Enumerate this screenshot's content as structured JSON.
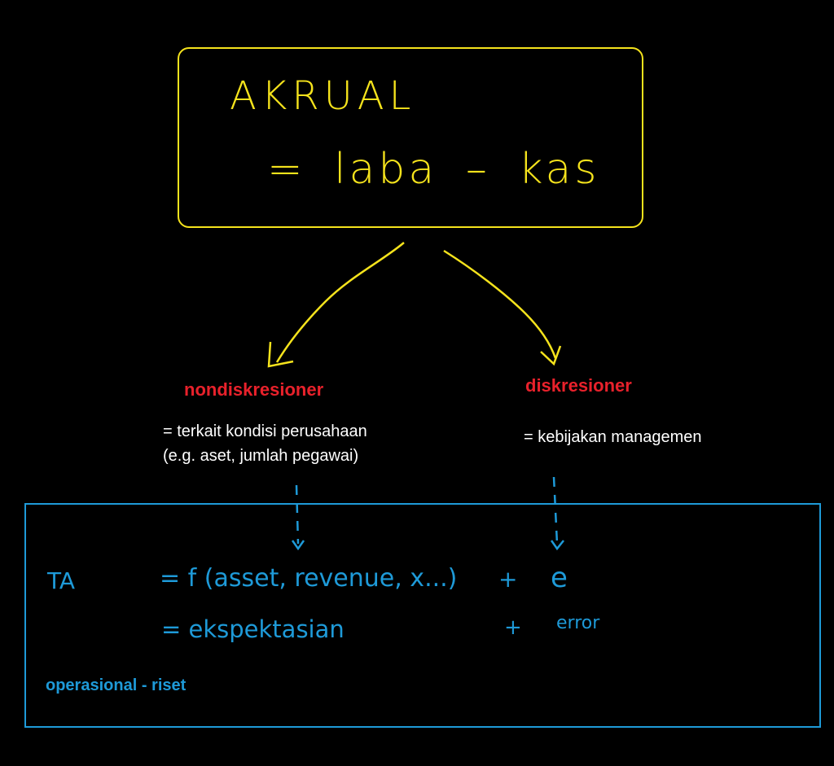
{
  "top_box": {
    "title": "AKRUAL",
    "formula": "= laba – kas"
  },
  "branches": {
    "left": {
      "label": "nondiskresioner",
      "desc_line1": "= terkait kondisi perusahaan",
      "desc_line2": "(e.g. aset, jumlah pegawai)"
    },
    "right": {
      "label": "diskresioner",
      "desc": "= kebijakan managemen"
    }
  },
  "bottom_box": {
    "lhs": "TA",
    "row1_func": "= f (asset, revenue, x...)",
    "row1_plus": "+",
    "row1_e": "e",
    "row2_func": "= ekspektasian",
    "row2_plus": "+",
    "row2_error": "error",
    "footer": "operasional - riset"
  },
  "colors": {
    "yellow": "#f5e31c",
    "red": "#e8212b",
    "blue": "#1e9ad8",
    "background": "#000000"
  }
}
